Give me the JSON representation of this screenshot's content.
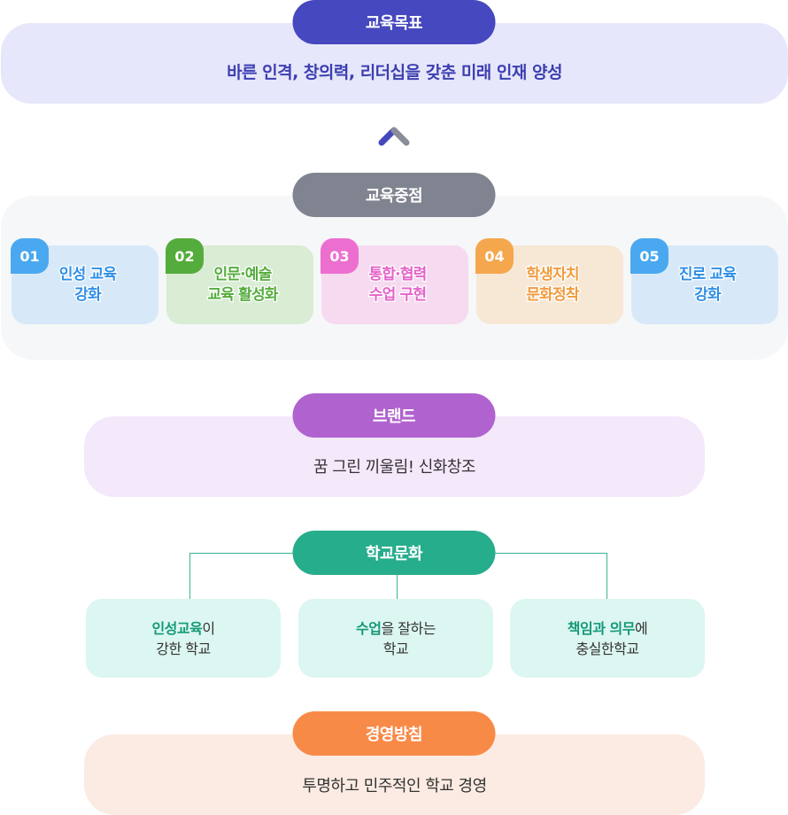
{
  "goal": {
    "label": "교육목표",
    "text": "바른 인격, 창의력, 리더십을 갖춘 미래 인재 양성",
    "color": "#4548be"
  },
  "focus": {
    "label": "교육중점",
    "color": "#808390",
    "cards": [
      {
        "num": "01",
        "text": "인성 교육\n강화",
        "num_color": "#4aa8f0",
        "text_color": "#2f8fe6"
      },
      {
        "num": "02",
        "text": "인문·예술\n교육 활성화",
        "num_color": "#54ac3c",
        "text_color": "#54ac3c"
      },
      {
        "num": "03",
        "text": "통합·협력\n수업 구현",
        "num_color": "#ec6fd0",
        "text_color": "#e563c9"
      },
      {
        "num": "04",
        "text": "학생자치\n문화정착",
        "num_color": "#f5a74e",
        "text_color": "#f19a3c"
      },
      {
        "num": "05",
        "text": "진로 교육\n강화",
        "num_color": "#4aa8f0",
        "text_color": "#2f8fe6"
      }
    ]
  },
  "brand": {
    "label": "브랜드",
    "text": "꿈 그린 끼울림! 신화창조",
    "color": "#b063cf"
  },
  "culture": {
    "label": "학교문화",
    "color": "#26ad8c",
    "items": [
      {
        "hl": "인성교육",
        "rest": "이",
        "line2": "강한 학교"
      },
      {
        "hl": "수업",
        "rest": "을 잘하는",
        "line2": "학교"
      },
      {
        "hl": "책임과 의무",
        "rest": "에",
        "line2": "충실한학교"
      }
    ]
  },
  "policy": {
    "label": "경영방침",
    "text": "투명하고 민주적인 학교 경영",
    "color": "#f88a48"
  }
}
